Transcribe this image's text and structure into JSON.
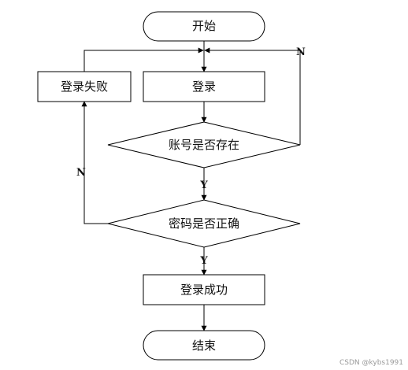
{
  "diagram": {
    "nodes": {
      "start": "开始",
      "login": "登录",
      "login_failed": "登录失败",
      "check_account": "账号是否存在",
      "check_password": "密码是否正确",
      "login_success": "登录成功",
      "end": "结束"
    },
    "edge_labels": {
      "account_no": "N",
      "account_yes": "Y",
      "password_no": "N",
      "password_yes": "Y"
    }
  },
  "watermark": "CSDN @kybs1991"
}
